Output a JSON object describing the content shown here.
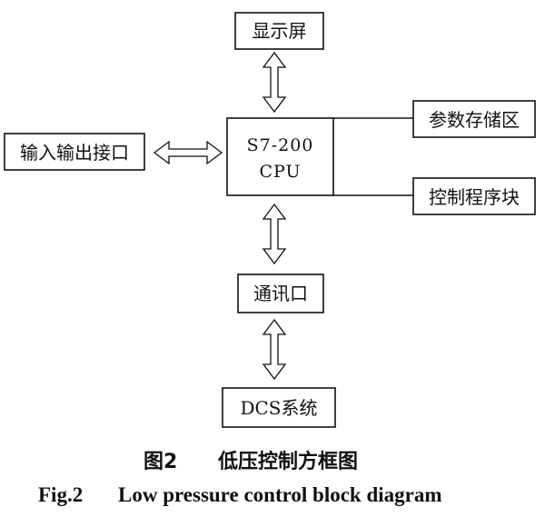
{
  "blocks": {
    "display": "显示屏",
    "io_port": "输入输出接口",
    "cpu_line1": "S7-200",
    "cpu_line2": "CPU",
    "param_storage": "参数存储区",
    "control_program": "控制程序块",
    "comm_port": "通讯口",
    "dcs": "DCS系统"
  },
  "caption": {
    "cn_number": "图2",
    "cn_title": "低压控制方框图",
    "en_number": "Fig.2",
    "en_title": "Low pressure control block diagram"
  }
}
